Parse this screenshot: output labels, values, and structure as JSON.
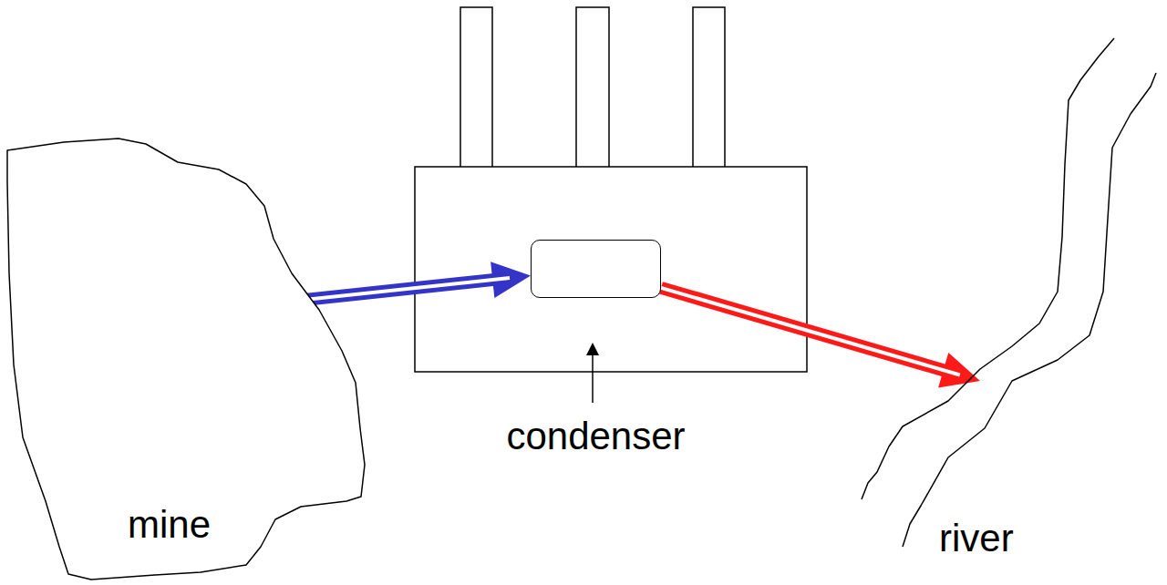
{
  "diagram": {
    "nodes": [
      {
        "text": [
          "mine"
        ]
      },
      {
        "text": [
          "condenser"
        ]
      },
      {
        "text": [
          "river"
        ]
      }
    ],
    "edges": [
      {
        "from": 0,
        "to": 1,
        "arrow": "to"
      },
      {
        "from": 1,
        "to": 2,
        "arrow": "to"
      }
    ]
  }
}
